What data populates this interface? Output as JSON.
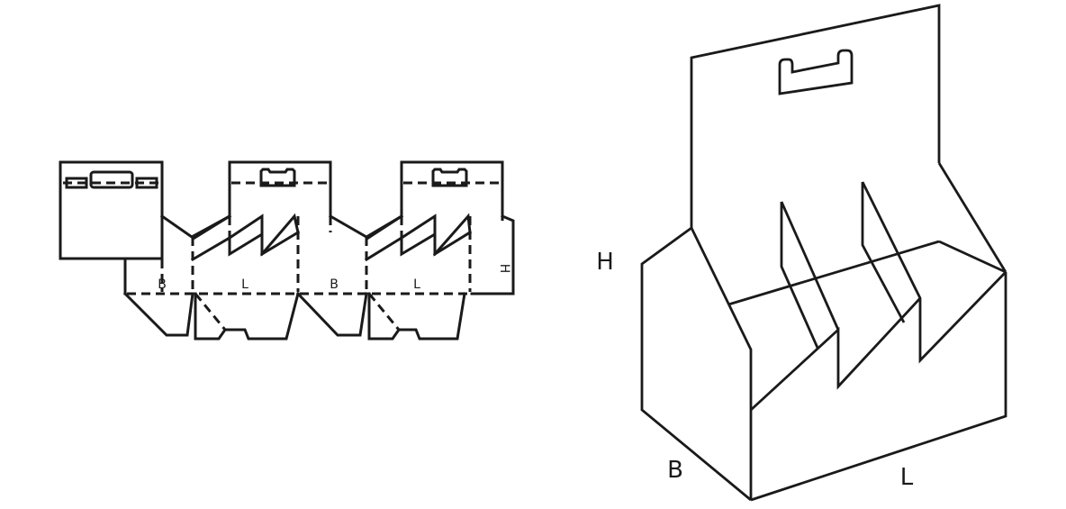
{
  "flat_labels": {
    "b1": "B",
    "l1": "L",
    "b2": "B",
    "l2": "L",
    "h": "H"
  },
  "box_labels": {
    "h": "H",
    "b": "B",
    "l": "L"
  }
}
